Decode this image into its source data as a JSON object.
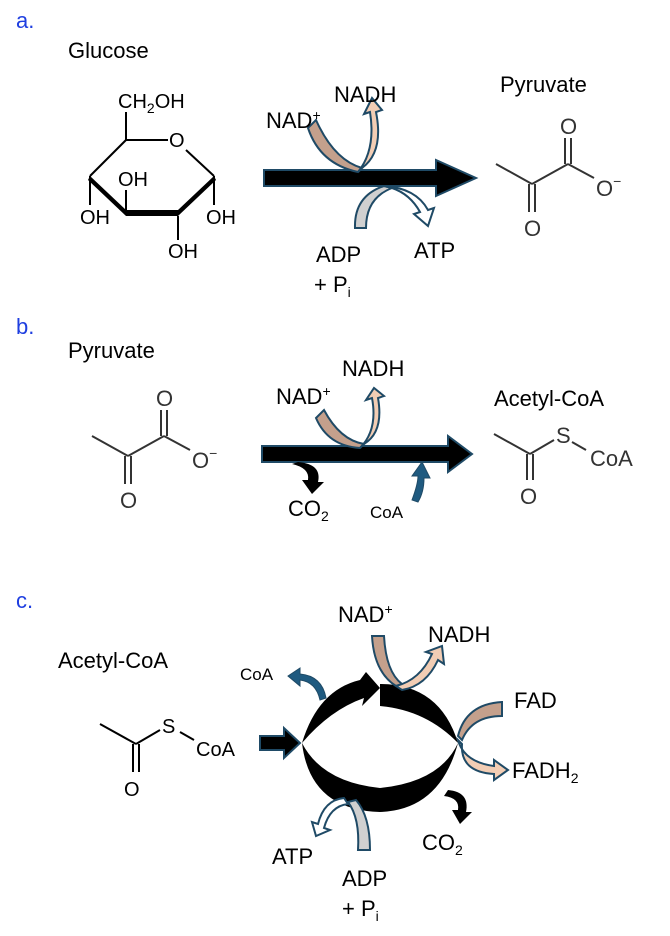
{
  "figure": {
    "panels": [
      {
        "id": "a",
        "label": "a.",
        "reactant": "Glucose",
        "product": "Pyruvate",
        "cofactors": {
          "nad_in": "NAD",
          "nad_in_sup": "+",
          "nad_out": "NADH",
          "adp_in": "ADP",
          "pi_in": "+ P",
          "pi_sub": "i",
          "atp_out": "ATP"
        },
        "glucose_atoms": {
          "ch2oh_a": "CH",
          "ch2oh_sub": "2",
          "ch2oh_b": "OH",
          "ring_o": "O",
          "oh_top": "OH",
          "oh_left": "OH",
          "oh_right": "OH",
          "oh_bottom": "OH"
        },
        "pyruvate_atoms": {
          "o_top": "O",
          "o_minus": "O",
          "minus": "−",
          "o_bottom": "O"
        }
      },
      {
        "id": "b",
        "label": "b.",
        "reactant": "Pyruvate",
        "product": "Acetyl-CoA",
        "cofactors": {
          "nad_in": "NAD",
          "nad_in_sup": "+",
          "nad_out": "NADH",
          "co2": "CO",
          "co2_sub": "2",
          "coa_in": "CoA"
        },
        "pyruvate_atoms": {
          "o_top": "O",
          "o_minus": "O",
          "minus": "−",
          "o_bottom": "O"
        },
        "acetyl_atoms": {
          "s": "S",
          "coa": "CoA",
          "o": "O"
        }
      },
      {
        "id": "c",
        "label": "c.",
        "reactant": "Acetyl-CoA",
        "cofactors": {
          "coa_out": "CoA",
          "nad_in": "NAD",
          "nad_in_sup": "+",
          "nad_out": "NADH",
          "fad_in": "FAD",
          "fadh2_out": "FADH",
          "fadh2_sub": "2",
          "co2": "CO",
          "co2_sub": "2",
          "atp_out": "ATP",
          "adp_in": "ADP",
          "pi_in": "+ P",
          "pi_sub": "i"
        },
        "acetyl_atoms": {
          "s": "S",
          "coa": "CoA",
          "o": "O"
        }
      }
    ],
    "colors": {
      "panel_label": "#1f3fe0",
      "nad_in_fill": "#c4a08c",
      "nad_out_fill": "#f2cdb4",
      "adp_fill": "#d0d0d0",
      "coa_arrow": "#1f5a80",
      "outline": "#1f4a66"
    }
  }
}
